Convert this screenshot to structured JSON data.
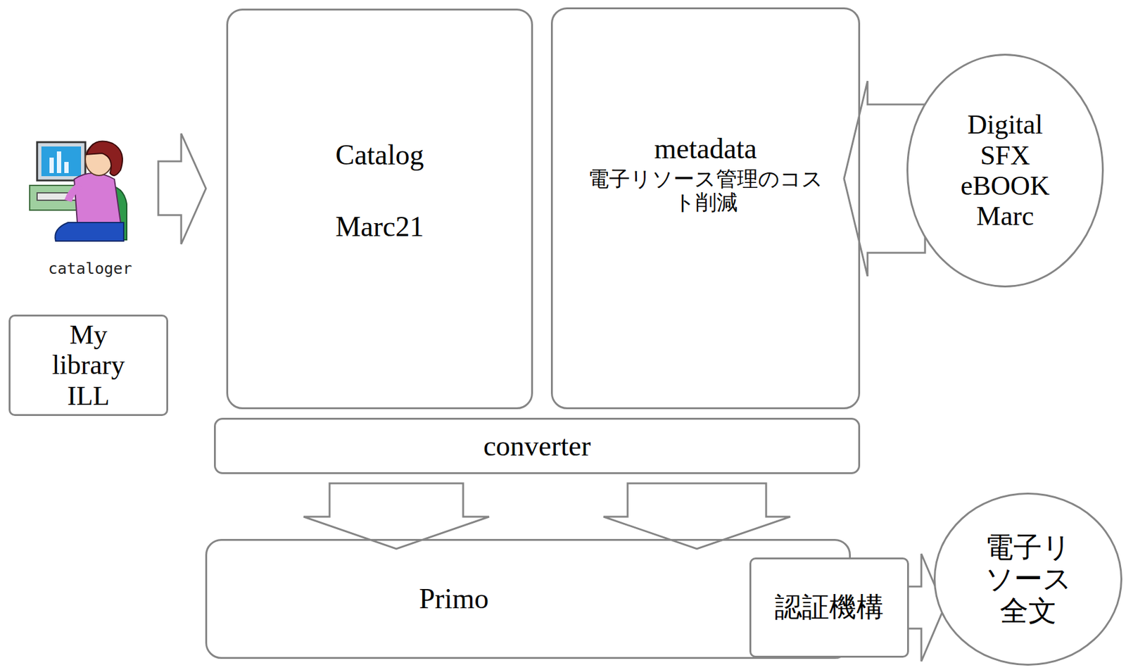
{
  "diagram": {
    "nodes": [
      {
        "text": [
          "Catalog",
          "Marc21"
        ]
      },
      {
        "text": [
          "metadata",
          "電子リソース管理のコス ト削減"
        ]
      },
      {
        "text": [
          "Digital SFX eBOOK Marc"
        ]
      },
      {
        "text": [
          "My library ILL"
        ]
      },
      {
        "text": [
          "converter"
        ]
      },
      {
        "text": [
          "Primo"
        ]
      },
      {
        "text": [
          "認証機構"
        ],
        "in": 5
      },
      {
        "text": [
          "電子リ ソース 全文"
        ]
      }
    ],
    "edges": [
      {
        "from": 2,
        "to": 1,
        "arrow": "to"
      },
      {
        "from": 4,
        "to": 5,
        "arrow": "to"
      },
      {
        "from": 4,
        "to": 5,
        "arrow": "to"
      },
      {
        "from": 6,
        "to": 7,
        "arrow": "to"
      }
    ],
    "labels": [
      "cataloger"
    ]
  }
}
